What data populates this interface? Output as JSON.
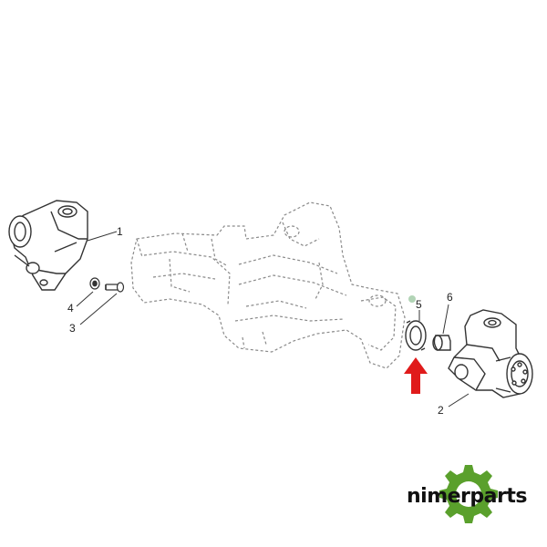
{
  "diagram": {
    "callouts": [
      {
        "id": "1",
        "label": "1"
      },
      {
        "id": "2",
        "label": "2"
      },
      {
        "id": "3",
        "label": "3"
      },
      {
        "id": "4",
        "label": "4"
      },
      {
        "id": "5",
        "label": "5"
      },
      {
        "id": "6",
        "label": "6"
      }
    ],
    "highlight_color": "#e01b1b",
    "highlight_target": "5"
  },
  "brand": {
    "name": "nimerparts",
    "gear_color": "#5aa02c"
  }
}
